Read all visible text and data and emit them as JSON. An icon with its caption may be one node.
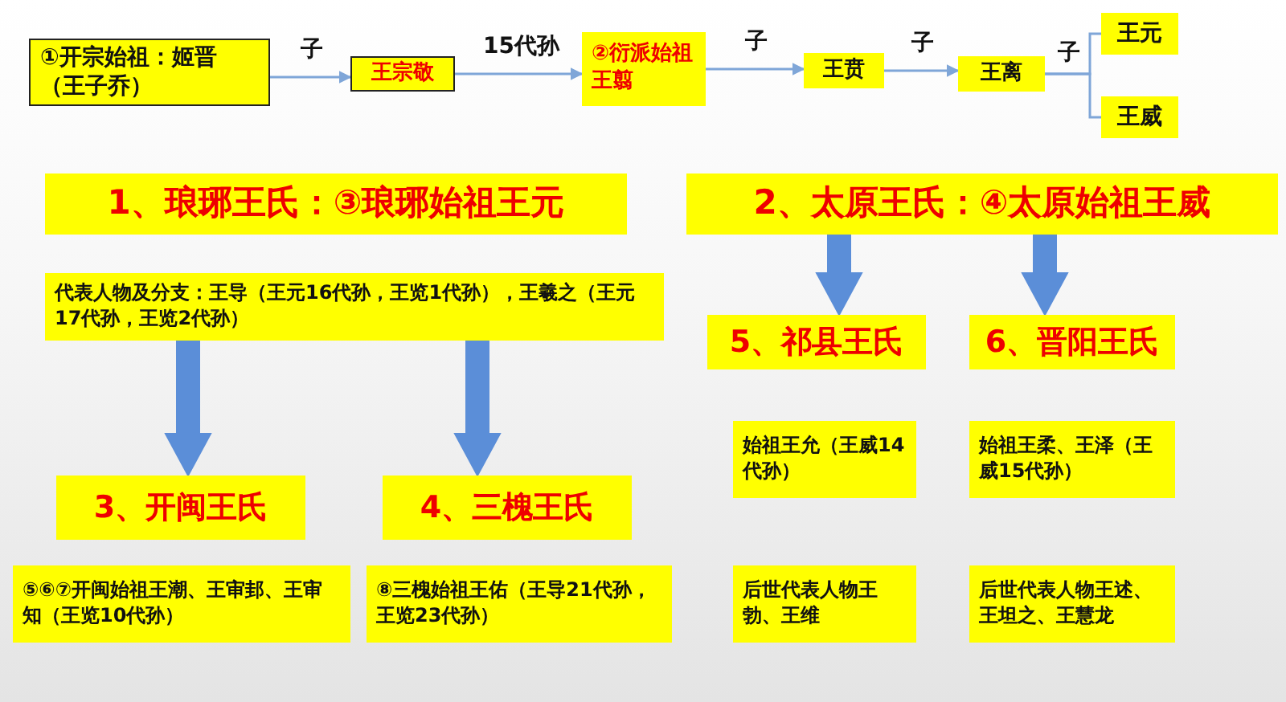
{
  "diagram": {
    "nodes": [
      {
        "text": [
          "①开宗始祖：姬晋（王子乔）"
        ]
      },
      {
        "text": [
          "王宗敬"
        ]
      },
      {
        "text": [
          "②衍派始祖王翦"
        ]
      },
      {
        "text": [
          "王贲"
        ]
      },
      {
        "text": [
          "王离"
        ]
      },
      {
        "text": [
          "王元"
        ]
      },
      {
        "text": [
          "王威"
        ]
      },
      {
        "text": [
          "1、琅琊王氏：③琅琊始祖王元"
        ]
      },
      {
        "text": [
          "2、太原王氏：④太原始祖王威"
        ]
      },
      {
        "text": [
          "代表人物及分支：王导（王元16代孙，王览1代孙），王羲之（王元17代孙，王览2代孙）"
        ]
      },
      {
        "text": [
          "5、祁县王氏"
        ]
      },
      {
        "text": [
          "6、晋阳王氏"
        ]
      },
      {
        "text": [
          "始祖王允（王威14代孙）"
        ]
      },
      {
        "text": [
          "始祖王柔、王泽（王威15代孙）"
        ]
      },
      {
        "text": [
          "3、开闽王氏"
        ]
      },
      {
        "text": [
          "4、三槐王氏"
        ]
      },
      {
        "text": [
          "后世代表人物王勃、王维"
        ]
      },
      {
        "text": [
          "后世代表人物王述、王坦之、王慧龙"
        ]
      },
      {
        "text": [
          "⑤⑥⑦开闽始祖王潮、王审邽、王审知（王览10代孙）"
        ]
      },
      {
        "text": [
          "⑧三槐始祖王佑（王导21代孙，王览23代孙）"
        ]
      }
    ],
    "edges": [
      {
        "from": 0,
        "to": 1,
        "arrow": "to",
        "label": "子"
      },
      {
        "from": 1,
        "to": 2,
        "arrow": "to",
        "label": "15代孙"
      },
      {
        "from": 2,
        "to": 3,
        "arrow": "to",
        "label": "子"
      },
      {
        "from": 3,
        "to": 4,
        "arrow": "to",
        "label": "子"
      },
      {
        "from": 4,
        "to": 5,
        "arrow": "none",
        "label": "子"
      },
      {
        "from": 4,
        "to": 6,
        "arrow": "none"
      },
      {
        "from": 9,
        "to": 14,
        "arrow": "to",
        "style": "thick",
        "color": "#5b8ed8"
      },
      {
        "from": 9,
        "to": 15,
        "arrow": "to",
        "style": "thick",
        "color": "#5b8ed8"
      },
      {
        "from": 8,
        "to": 10,
        "arrow": "to",
        "style": "thick",
        "color": "#5b8ed8"
      },
      {
        "from": 8,
        "to": 11,
        "arrow": "to",
        "style": "thick",
        "color": "#5b8ed8"
      }
    ]
  }
}
